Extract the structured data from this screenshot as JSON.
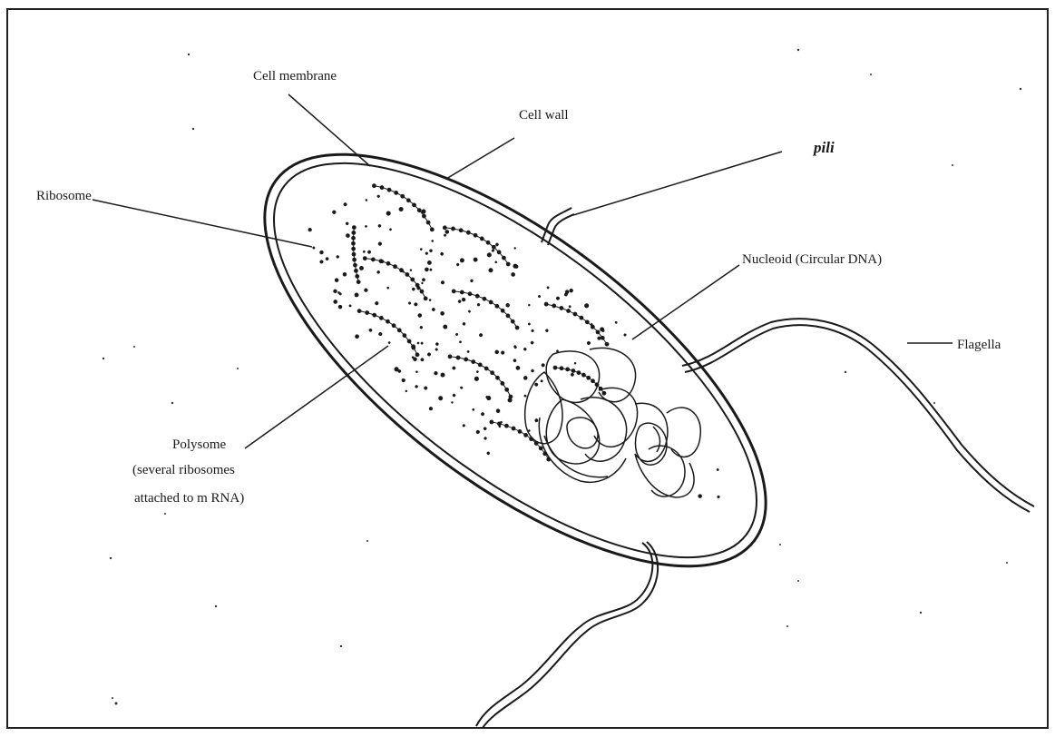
{
  "diagram": {
    "labels": {
      "cell_membrane": "Cell membrane",
      "cell_wall": "Cell wall",
      "pili": "pili",
      "ribosome": "Ribosome",
      "nucleoid": "Nucleoid (Circular DNA)",
      "flagella": "Flagella",
      "polysome_line1": "Polysome",
      "polysome_line2": "(several ribosomes",
      "polysome_line3": "attached to m RNA)"
    },
    "colors": {
      "ink": "#1a1a1a",
      "paper": "#ffffff"
    }
  }
}
